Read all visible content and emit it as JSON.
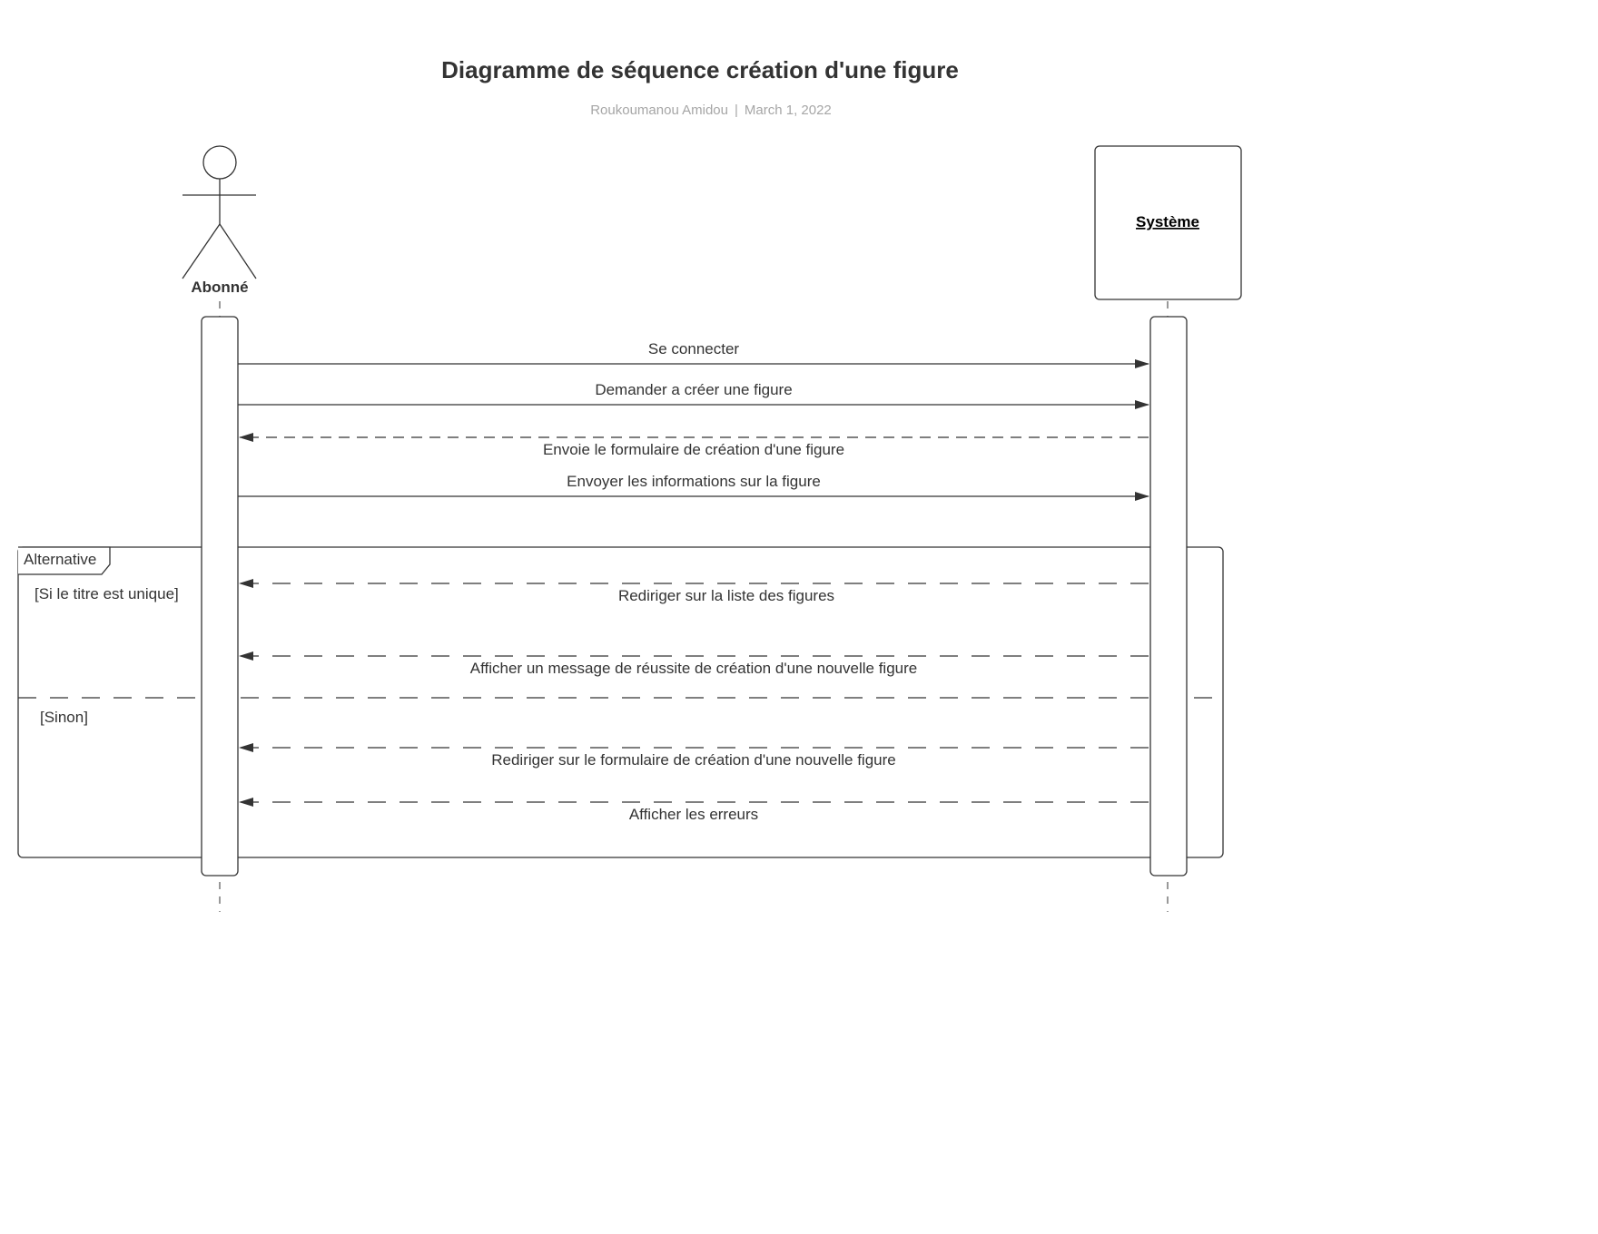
{
  "diagram": {
    "title": "Diagramme de séquence création d'une figure",
    "author": "Roukoumanou Amidou",
    "separator": "|",
    "date": "March 1, 2022",
    "participants": {
      "actor": "Abonné",
      "system": "Système"
    },
    "messages": [
      {
        "label": "Se connecter",
        "direction": "to-system",
        "style": "solid"
      },
      {
        "label": "Demander a créer une figure",
        "direction": "to-system",
        "style": "solid"
      },
      {
        "label": "Envoie le formulaire de création d'une figure",
        "direction": "to-actor",
        "style": "dashed"
      },
      {
        "label": "Envoyer les informations sur la figure",
        "direction": "to-system",
        "style": "solid"
      }
    ],
    "alt_frame": {
      "label": "Alternative",
      "guard_if": "[Si le titre est unique]",
      "guard_else": "[Sinon]",
      "if_messages": [
        {
          "label": "Rediriger sur la liste des figures",
          "direction": "to-actor",
          "style": "dashed"
        },
        {
          "label": "Afficher  un message de réussite de création d'une nouvelle figure",
          "direction": "to-actor",
          "style": "dashed"
        }
      ],
      "else_messages": [
        {
          "label": "Rediriger sur le formulaire de création d'une nouvelle figure",
          "direction": "to-actor",
          "style": "dashed"
        },
        {
          "label": "Afficher les erreurs",
          "direction": "to-actor",
          "style": "dashed"
        }
      ]
    },
    "colors": {
      "line": "#333333",
      "subtitle": "#a6a6a6"
    }
  }
}
